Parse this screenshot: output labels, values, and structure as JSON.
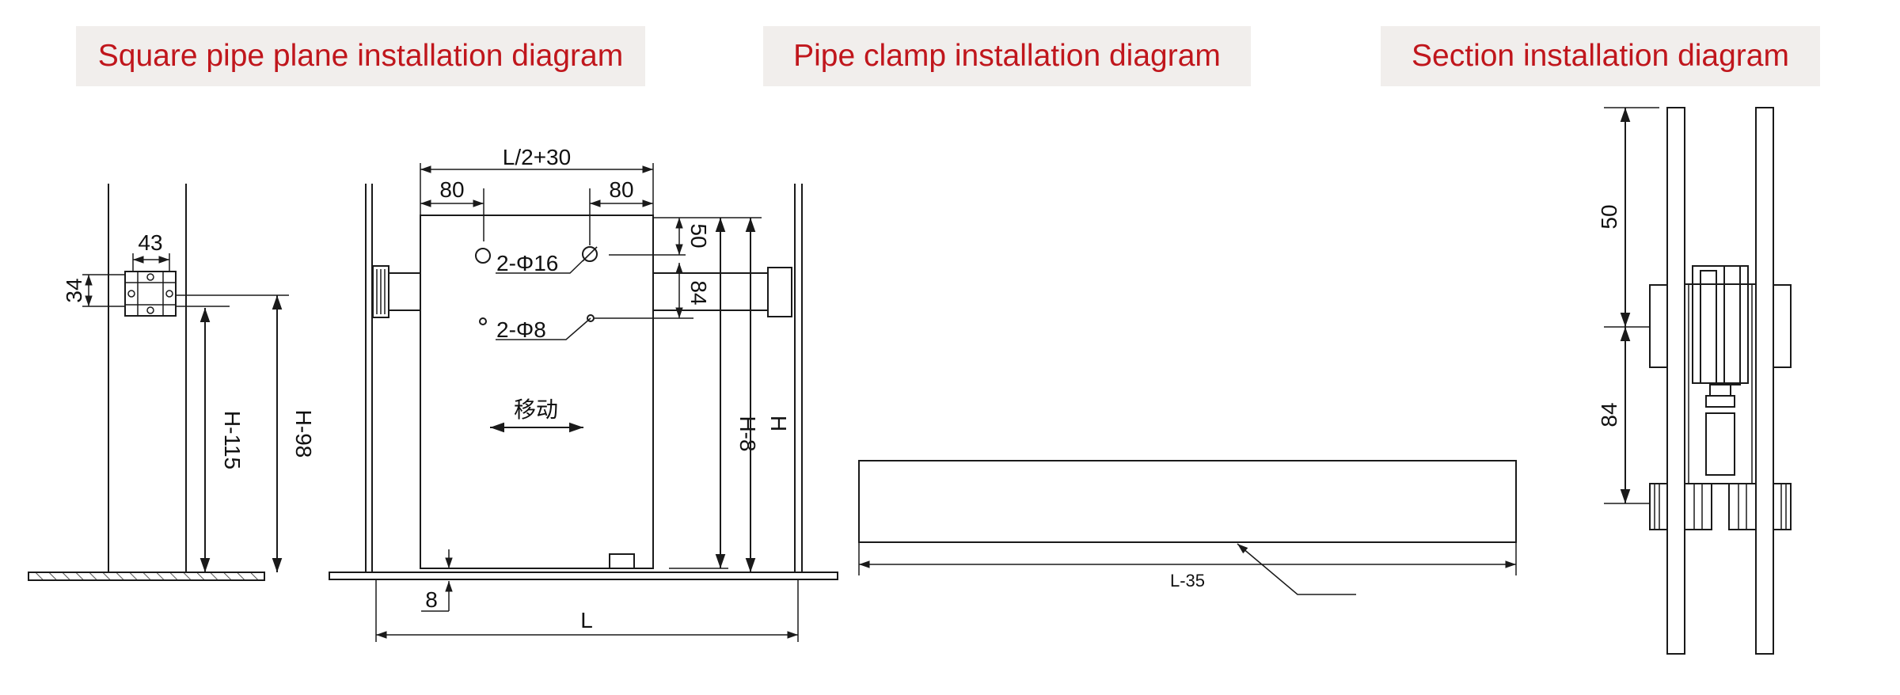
{
  "titles": {
    "square_pipe": "Square pipe plane installation diagram",
    "pipe_clamp": "Pipe clamp  installation diagram",
    "section": "Section installation diagram"
  },
  "dims": {
    "d43": "43",
    "d34": "34",
    "h115": "H-115",
    "h98": "H-98",
    "l2_30": "L/2+30",
    "d80a": "80",
    "d80b": "80",
    "d50": "50",
    "d84": "84",
    "hole16": "2-Φ16",
    "hole8": "2-Φ8",
    "move": "移动",
    "h8": "H-8",
    "h": "H",
    "d8": "8",
    "l": "L",
    "l35": "L-35",
    "sec50": "50",
    "sec84": "84"
  },
  "colors": {
    "title_text": "#c0161c",
    "title_bg": "#f1eeec",
    "line": "#1a1a1a"
  }
}
